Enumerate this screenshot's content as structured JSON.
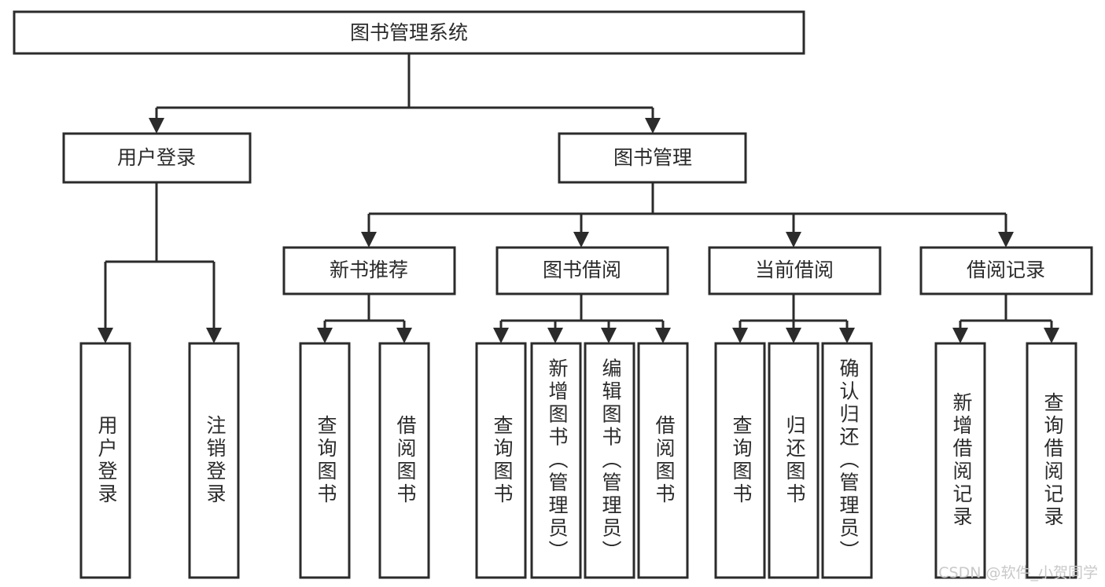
{
  "diagram": {
    "title": "图书管理系统",
    "type": "tree",
    "root": {
      "id": "root",
      "label": "图书管理系统",
      "orientation": "horizontal"
    },
    "level2": [
      {
        "id": "user-login",
        "label": "用户登录",
        "orientation": "horizontal"
      },
      {
        "id": "book-management",
        "label": "图书管理",
        "orientation": "horizontal"
      }
    ],
    "level3": [
      {
        "id": "new-book-recommend",
        "label": "新书推荐",
        "orientation": "horizontal",
        "parent": "book-management"
      },
      {
        "id": "book-borrow",
        "label": "图书借阅",
        "orientation": "horizontal",
        "parent": "book-management"
      },
      {
        "id": "current-borrow",
        "label": "当前借阅",
        "orientation": "horizontal",
        "parent": "book-management"
      },
      {
        "id": "borrow-record",
        "label": "借阅记录",
        "orientation": "horizontal",
        "parent": "book-management"
      }
    ],
    "leaves": [
      {
        "id": "leaf-user-login",
        "label": "用户登录",
        "orientation": "vertical",
        "parent": "user-login"
      },
      {
        "id": "leaf-logout-login",
        "label": "注销登录",
        "orientation": "vertical",
        "parent": "user-login"
      },
      {
        "id": "leaf-query-book-1",
        "label": "查询图书",
        "orientation": "vertical",
        "parent": "new-book-recommend"
      },
      {
        "id": "leaf-borrow-book-1",
        "label": "借阅图书",
        "orientation": "vertical",
        "parent": "new-book-recommend"
      },
      {
        "id": "leaf-query-book-2",
        "label": "查询图书",
        "orientation": "vertical",
        "parent": "book-borrow"
      },
      {
        "id": "leaf-add-book-admin",
        "label": "新增图书（管理员）",
        "orientation": "vertical",
        "parent": "book-borrow"
      },
      {
        "id": "leaf-edit-book-admin",
        "label": "编辑图书（管理员）",
        "orientation": "vertical",
        "parent": "book-borrow"
      },
      {
        "id": "leaf-borrow-book-2",
        "label": "借阅图书",
        "orientation": "vertical",
        "parent": "book-borrow"
      },
      {
        "id": "leaf-query-book-3",
        "label": "查询图书",
        "orientation": "vertical",
        "parent": "current-borrow"
      },
      {
        "id": "leaf-return-book",
        "label": "归还图书",
        "orientation": "vertical",
        "parent": "current-borrow"
      },
      {
        "id": "leaf-confirm-return-admin",
        "label": "确认归还（管理员）",
        "orientation": "vertical",
        "parent": "current-borrow"
      },
      {
        "id": "leaf-add-borrow-record",
        "label": "新增借阅记录",
        "orientation": "vertical",
        "parent": "borrow-record"
      },
      {
        "id": "leaf-query-borrow-record",
        "label": "查询借阅记录",
        "orientation": "vertical",
        "parent": "borrow-record"
      }
    ],
    "colors": {
      "box_fill": "#ffffff",
      "box_stroke": "#2b2b2b",
      "text": "#2b2b2b",
      "connector": "#2b2b2b",
      "watermark": "#c9c9c9",
      "background": "#ffffff"
    }
  },
  "watermark": {
    "text": "CSDN @软件_小贺同学"
  }
}
